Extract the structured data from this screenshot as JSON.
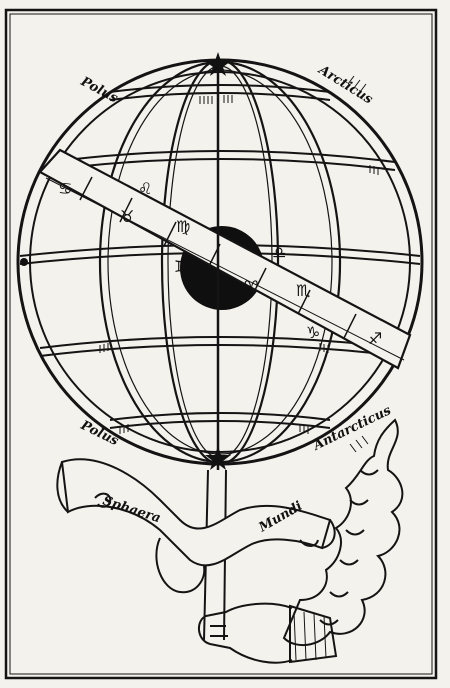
{
  "labels": {
    "polus_top": "Polus",
    "arcticus": "Arcticus",
    "polus_bottom": "Polus",
    "antarcticus": "Antarcticus",
    "sphaera": "Sphaera",
    "mundi": "Mundi"
  },
  "zodiac": {
    "cancer": "♋",
    "leo": "♌",
    "virgo": "♍",
    "libra": "♎",
    "scorpio": "♏",
    "sagittarius": "♐",
    "capricorn": "♑",
    "aries": "♈",
    "taurus": "♉",
    "gemini": "♊"
  },
  "colors": {
    "ink": "#141414",
    "paper": "#f4f2ec"
  }
}
